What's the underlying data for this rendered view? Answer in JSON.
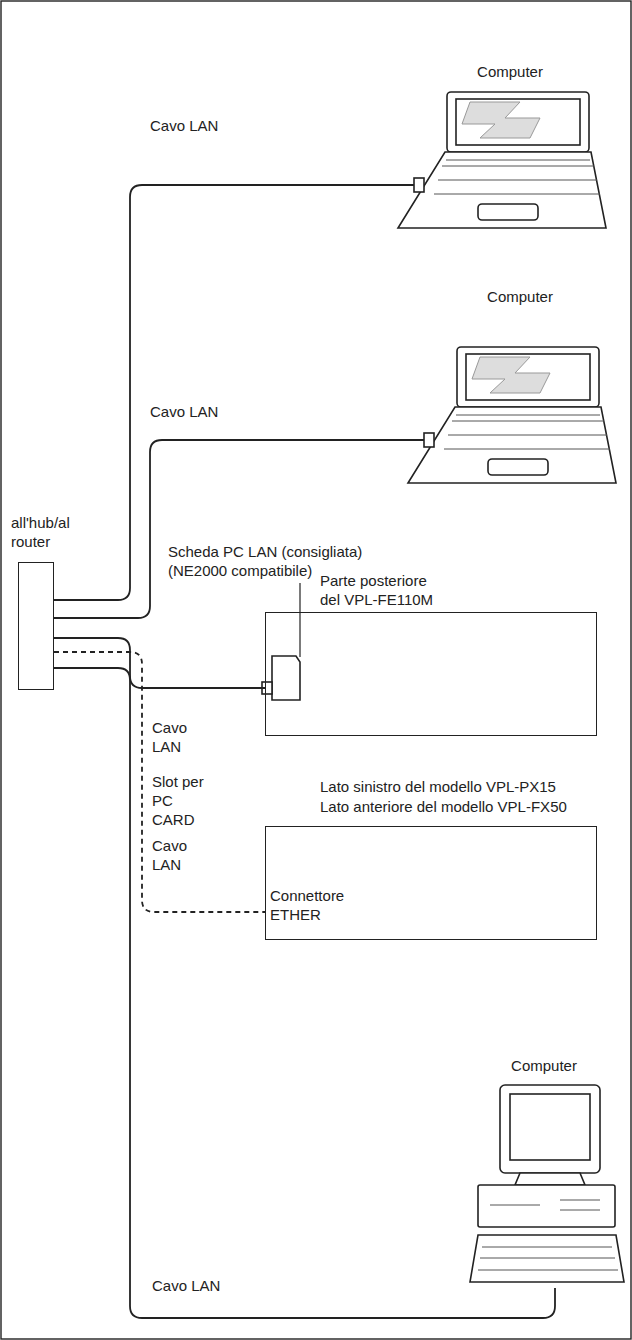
{
  "diagram": {
    "nodes": [
      {
        "text": [
          "all'hub/al router"
        ]
      },
      {
        "text": [
          "Computer"
        ]
      },
      {
        "text": [
          "Computer"
        ]
      },
      {
        "text": [
          "Parte posteriore del VPL-FE110M"
        ]
      },
      {
        "text": [
          "Lato sinistro del modello VPL-PX15",
          "Lato anteriore del modello VPL-FX50"
        ]
      },
      {
        "text": [
          "Computer"
        ]
      }
    ],
    "edges": [
      {
        "from": 0,
        "to": 1,
        "label": "Cavo LAN",
        "arrow": "none"
      },
      {
        "from": 0,
        "to": 2,
        "label": "Cavo LAN",
        "arrow": "none"
      },
      {
        "from": 0,
        "to": 3,
        "label": "Cavo LAN",
        "arrow": "none"
      },
      {
        "from": 0,
        "to": 4,
        "label": "Cavo LAN",
        "arrow": "none"
      },
      {
        "from": 0,
        "to": 5,
        "label": "Cavo LAN",
        "arrow": "none"
      }
    ],
    "labels": [
      "Scheda PC LAN (consigliata) (NE2000 compatibile)",
      "Slot per PC CARD",
      "Connettore ETHER"
    ]
  }
}
